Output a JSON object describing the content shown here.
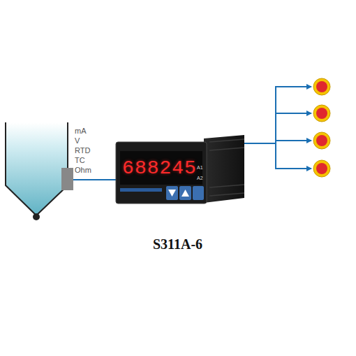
{
  "diagram": {
    "caption": "S311A-6",
    "nodes": [
      {
        "text": [
          "688245"
        ]
      }
    ],
    "labels": [
      "mA",
      "V",
      "RTD",
      "TC",
      "Ohm",
      "A1",
      "A2"
    ]
  }
}
